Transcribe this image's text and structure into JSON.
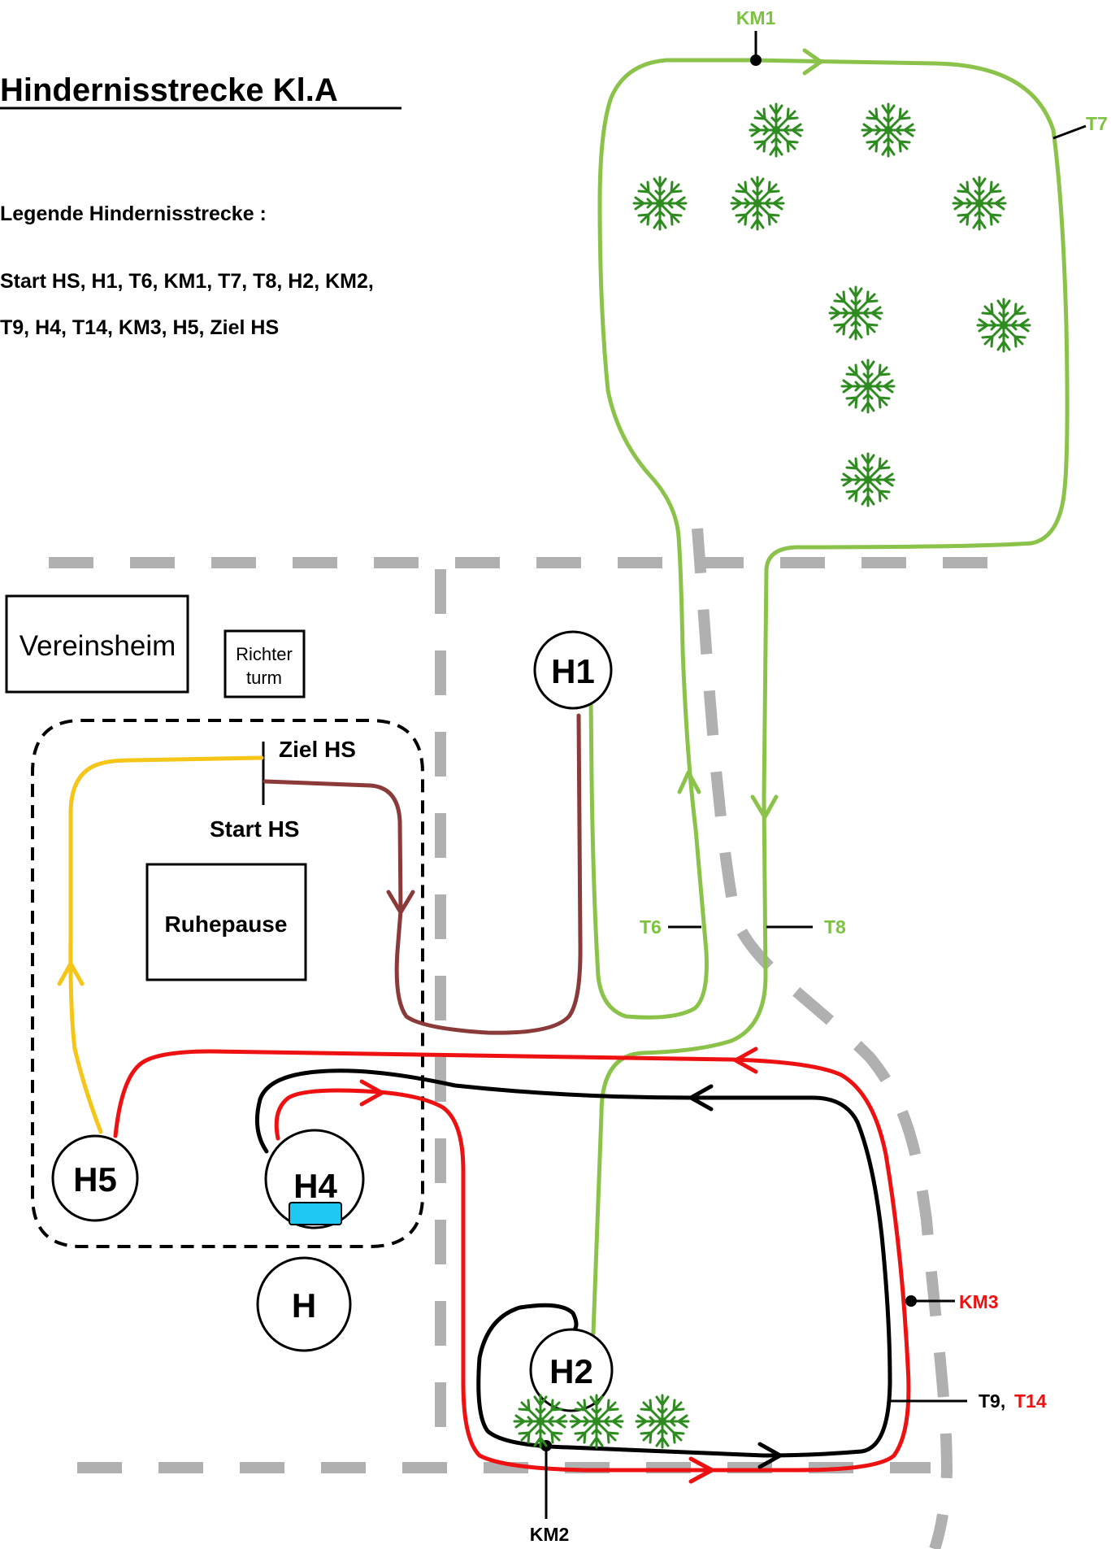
{
  "title": "Hindernisstrecke Kl.A",
  "legend": {
    "heading": "Legende Hindernisstrecke :",
    "line1": "Start HS, H1, T6, KM1, T7, T8, H2, KM2,",
    "line2": "T9, H4, T14, KM3, H5, Ziel HS"
  },
  "buildings": {
    "vereinsheim": "Vereinsheim",
    "richterturm_line1": "Richter",
    "richterturm_line2": "turm",
    "ruhepause": "Ruhepause"
  },
  "markers": {
    "ziel": "Ziel HS",
    "start": "Start HS",
    "km1": "KM1",
    "km2": "KM2",
    "km3": "KM3",
    "t6": "T6",
    "t7": "T7",
    "t8": "T8",
    "t9": "T9,",
    "t14": "T14"
  },
  "obstacles": {
    "h1": "H1",
    "h2": "H2",
    "h4": "H4",
    "h5": "H5",
    "h": "H"
  },
  "colors": {
    "green": "#8bc34a",
    "green_text": "#7cc33f",
    "red": "#ee1111",
    "brown": "#8b3a3a",
    "yellow": "#f5c518",
    "black": "#000000",
    "dash_gray": "#b0b0b0",
    "tree": "#2e8b1f",
    "water": "#1ec8f0"
  }
}
